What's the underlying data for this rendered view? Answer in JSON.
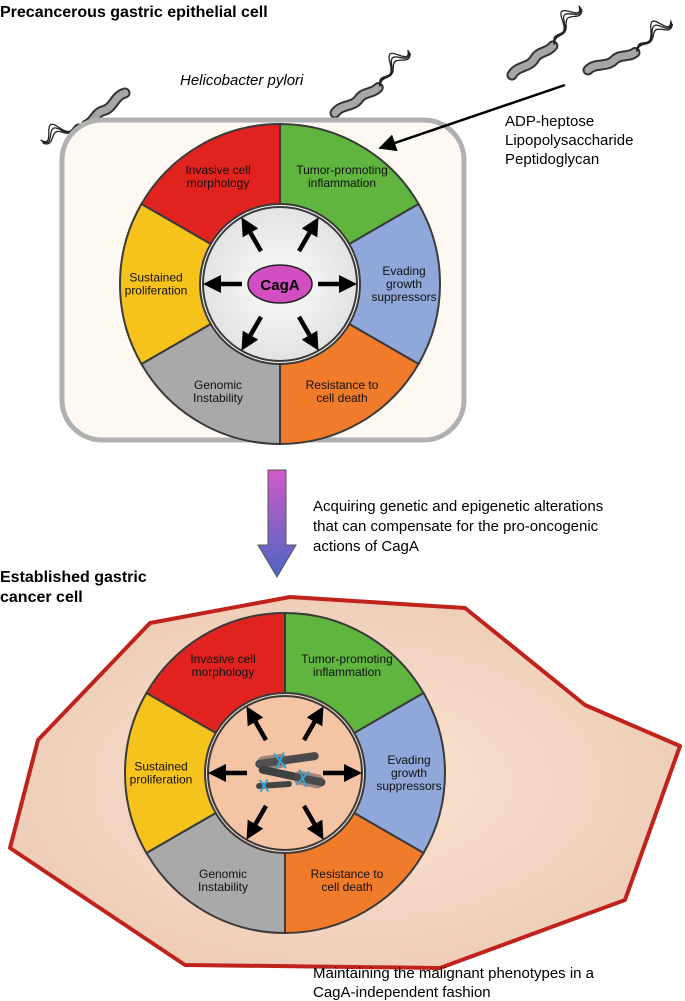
{
  "top": {
    "title": "Precancerous gastric epithelial cell",
    "bacterium_label": "Helicobacter pylori",
    "factors": [
      "ADP-heptose",
      "Lipopolysaccharide",
      "Peptidoglycan"
    ],
    "center_label": "CagA"
  },
  "transition_text": [
    "Acquiring genetic and epigenetic alterations",
    "that can compensate for the pro-oncogenic",
    "actions of CagA"
  ],
  "bottom": {
    "title_lines": [
      "Established gastric",
      "cancer cell"
    ]
  },
  "footer_text": [
    "Maintaining the malignant phenotypes in a",
    "CagA-independent fashion"
  ],
  "hallmarks": [
    {
      "id": "invasive",
      "lines": [
        "Invasive cell",
        "morphology"
      ],
      "color": "#e0231f"
    },
    {
      "id": "inflammation",
      "lines": [
        "Tumor-promoting",
        "inflammation"
      ],
      "color": "#5fb53e"
    },
    {
      "id": "evading",
      "lines": [
        "Evading",
        "growth",
        "suppressors"
      ],
      "color": "#8fa8d9"
    },
    {
      "id": "resistance",
      "lines": [
        "Resistance to",
        "cell death"
      ],
      "color": "#f07b2a"
    },
    {
      "id": "genomic",
      "lines": [
        "Genomic",
        "Instability"
      ],
      "color": "#a9a9a9"
    },
    {
      "id": "proliferation",
      "lines": [
        "Sustained",
        "proliferation"
      ],
      "color": "#f6c21c"
    }
  ],
  "colors": {
    "top_cell_fill": "#fdf8f1",
    "top_cell_border": "#b0b0b0",
    "top_center_fill": "#e9e9e9",
    "cagA_fill": "#d24fc2",
    "cancer_cell_fill": "#f3d6c4",
    "cancer_cell_border": "#c0221c",
    "cancer_center_fill": "#f5c4a4",
    "arrow_gradient_top": "#d05bc8",
    "arrow_gradient_bottom": "#4a66c4"
  }
}
